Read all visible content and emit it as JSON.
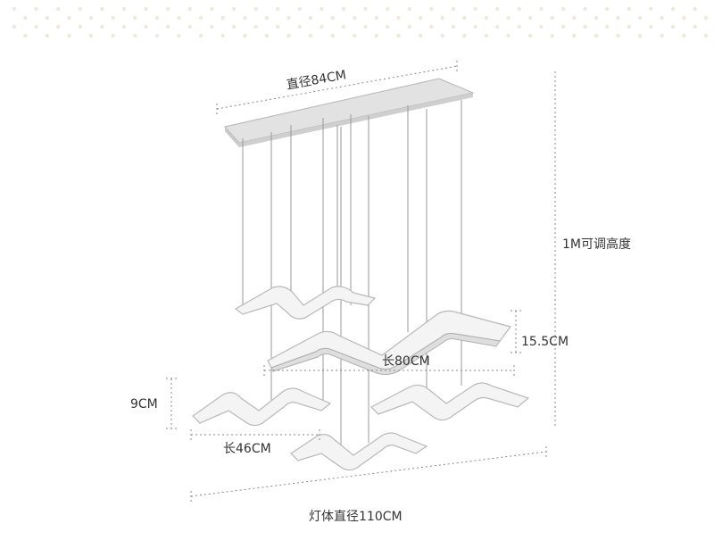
{
  "labels": {
    "canopy_diameter": "直径84CM",
    "adjustable_height": "1M可调高度",
    "panel_height": "15.5CM",
    "long_panel_length": "长80CM",
    "short_panel_height": "9CM",
    "short_panel_length": "长46CM",
    "fixture_diameter": "灯体直径110CM"
  },
  "colors": {
    "background": "#ffffff",
    "text": "#333333",
    "canopy": "#d9d9d9",
    "panel": "#f4f4f4",
    "dimension_line": "#888888"
  }
}
